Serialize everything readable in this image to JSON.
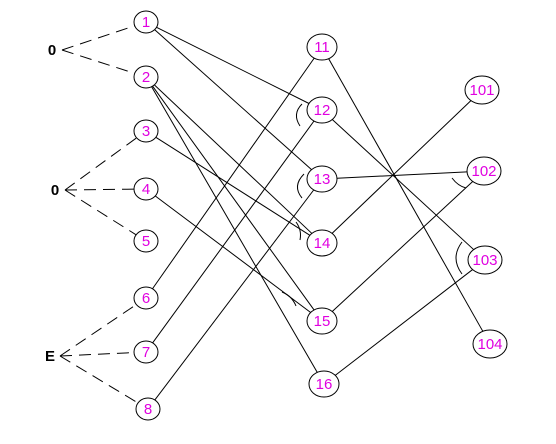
{
  "colors": {
    "node_text": "#e000e0",
    "line": "#000000",
    "node_fill": "#ffffff"
  },
  "sources": [
    {
      "id": "s0a",
      "label": "0"
    },
    {
      "id": "s0b",
      "label": "0"
    },
    {
      "id": "sE",
      "label": "E"
    }
  ],
  "nodes": [
    {
      "id": "1",
      "label": "1"
    },
    {
      "id": "2",
      "label": "2"
    },
    {
      "id": "3",
      "label": "3"
    },
    {
      "id": "4",
      "label": "4"
    },
    {
      "id": "5",
      "label": "5"
    },
    {
      "id": "6",
      "label": "6"
    },
    {
      "id": "7",
      "label": "7"
    },
    {
      "id": "8",
      "label": "8"
    },
    {
      "id": "11",
      "label": "11"
    },
    {
      "id": "12",
      "label": "12"
    },
    {
      "id": "13",
      "label": "13"
    },
    {
      "id": "14",
      "label": "14"
    },
    {
      "id": "15",
      "label": "15"
    },
    {
      "id": "16",
      "label": "16"
    },
    {
      "id": "101",
      "label": "101"
    },
    {
      "id": "102",
      "label": "102"
    },
    {
      "id": "103",
      "label": "103"
    },
    {
      "id": "104",
      "label": "104"
    }
  ],
  "dashed_edges": [
    [
      "s0a",
      "1"
    ],
    [
      "s0a",
      "2"
    ],
    [
      "s0b",
      "3"
    ],
    [
      "s0b",
      "4"
    ],
    [
      "s0b",
      "5"
    ],
    [
      "sE",
      "6"
    ],
    [
      "sE",
      "7"
    ],
    [
      "sE",
      "8"
    ]
  ],
  "edges": [
    [
      "1",
      "12"
    ],
    [
      "1",
      "13"
    ],
    [
      "2",
      "14"
    ],
    [
      "2",
      "15"
    ],
    [
      "2",
      "16"
    ],
    [
      "3",
      "14"
    ],
    [
      "4",
      "15"
    ],
    [
      "6",
      "11"
    ],
    [
      "7",
      "12"
    ],
    [
      "8",
      "13"
    ],
    [
      "11",
      "104"
    ],
    [
      "12",
      "103"
    ],
    [
      "13",
      "102"
    ],
    [
      "14",
      "101"
    ],
    [
      "15",
      "102"
    ],
    [
      "16",
      "103"
    ]
  ]
}
